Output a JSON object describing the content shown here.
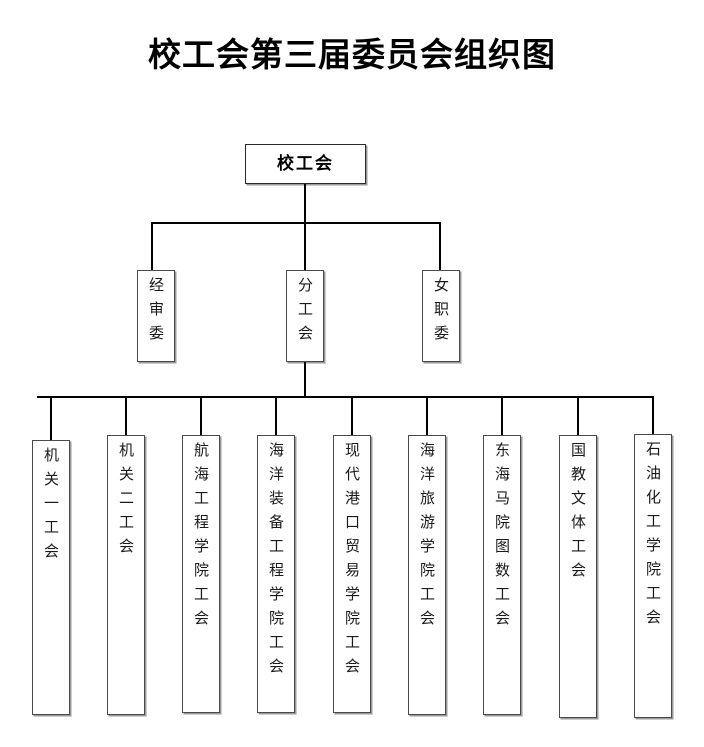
{
  "page": {
    "title": "校工会第三届委员会组织图",
    "background_color": "#ffffff",
    "line_color": "#000000",
    "box_border_color": "#4a4a4a",
    "text_color": "#1a1a1a"
  },
  "org_chart": {
    "root": {
      "id": "root",
      "label": "校工会",
      "orientation": "horizontal"
    },
    "level2": [
      {
        "id": "jingshenwei",
        "label": "经审委",
        "orientation": "vertical"
      },
      {
        "id": "fengonghui",
        "label": "分工会",
        "orientation": "vertical"
      },
      {
        "id": "nvzhiwei",
        "label": "女职委",
        "orientation": "vertical"
      }
    ],
    "level3_parent": "分工会",
    "level3": [
      {
        "id": "jiguan-yi",
        "label": "机关一工会",
        "orientation": "vertical"
      },
      {
        "id": "jiguan-er",
        "label": "机关二工会",
        "orientation": "vertical"
      },
      {
        "id": "hanghai-gongcheng",
        "label": "航海工程学院工会",
        "orientation": "vertical"
      },
      {
        "id": "haiyang-zhuangbei",
        "label": "海洋装备工程学院工会",
        "orientation": "vertical"
      },
      {
        "id": "xiandai-gangkou",
        "label": "现代港口贸易学院工会",
        "orientation": "vertical"
      },
      {
        "id": "haiyang-lvyou",
        "label": "海洋旅游学院工会",
        "orientation": "vertical"
      },
      {
        "id": "donghai-mayuan",
        "label": "东海马院图数工会",
        "orientation": "vertical"
      },
      {
        "id": "guojiao-wenti",
        "label": "国教文体工会",
        "orientation": "vertical"
      },
      {
        "id": "shiyou-huagong",
        "label": "石油化工学院工会",
        "orientation": "vertical"
      }
    ]
  }
}
